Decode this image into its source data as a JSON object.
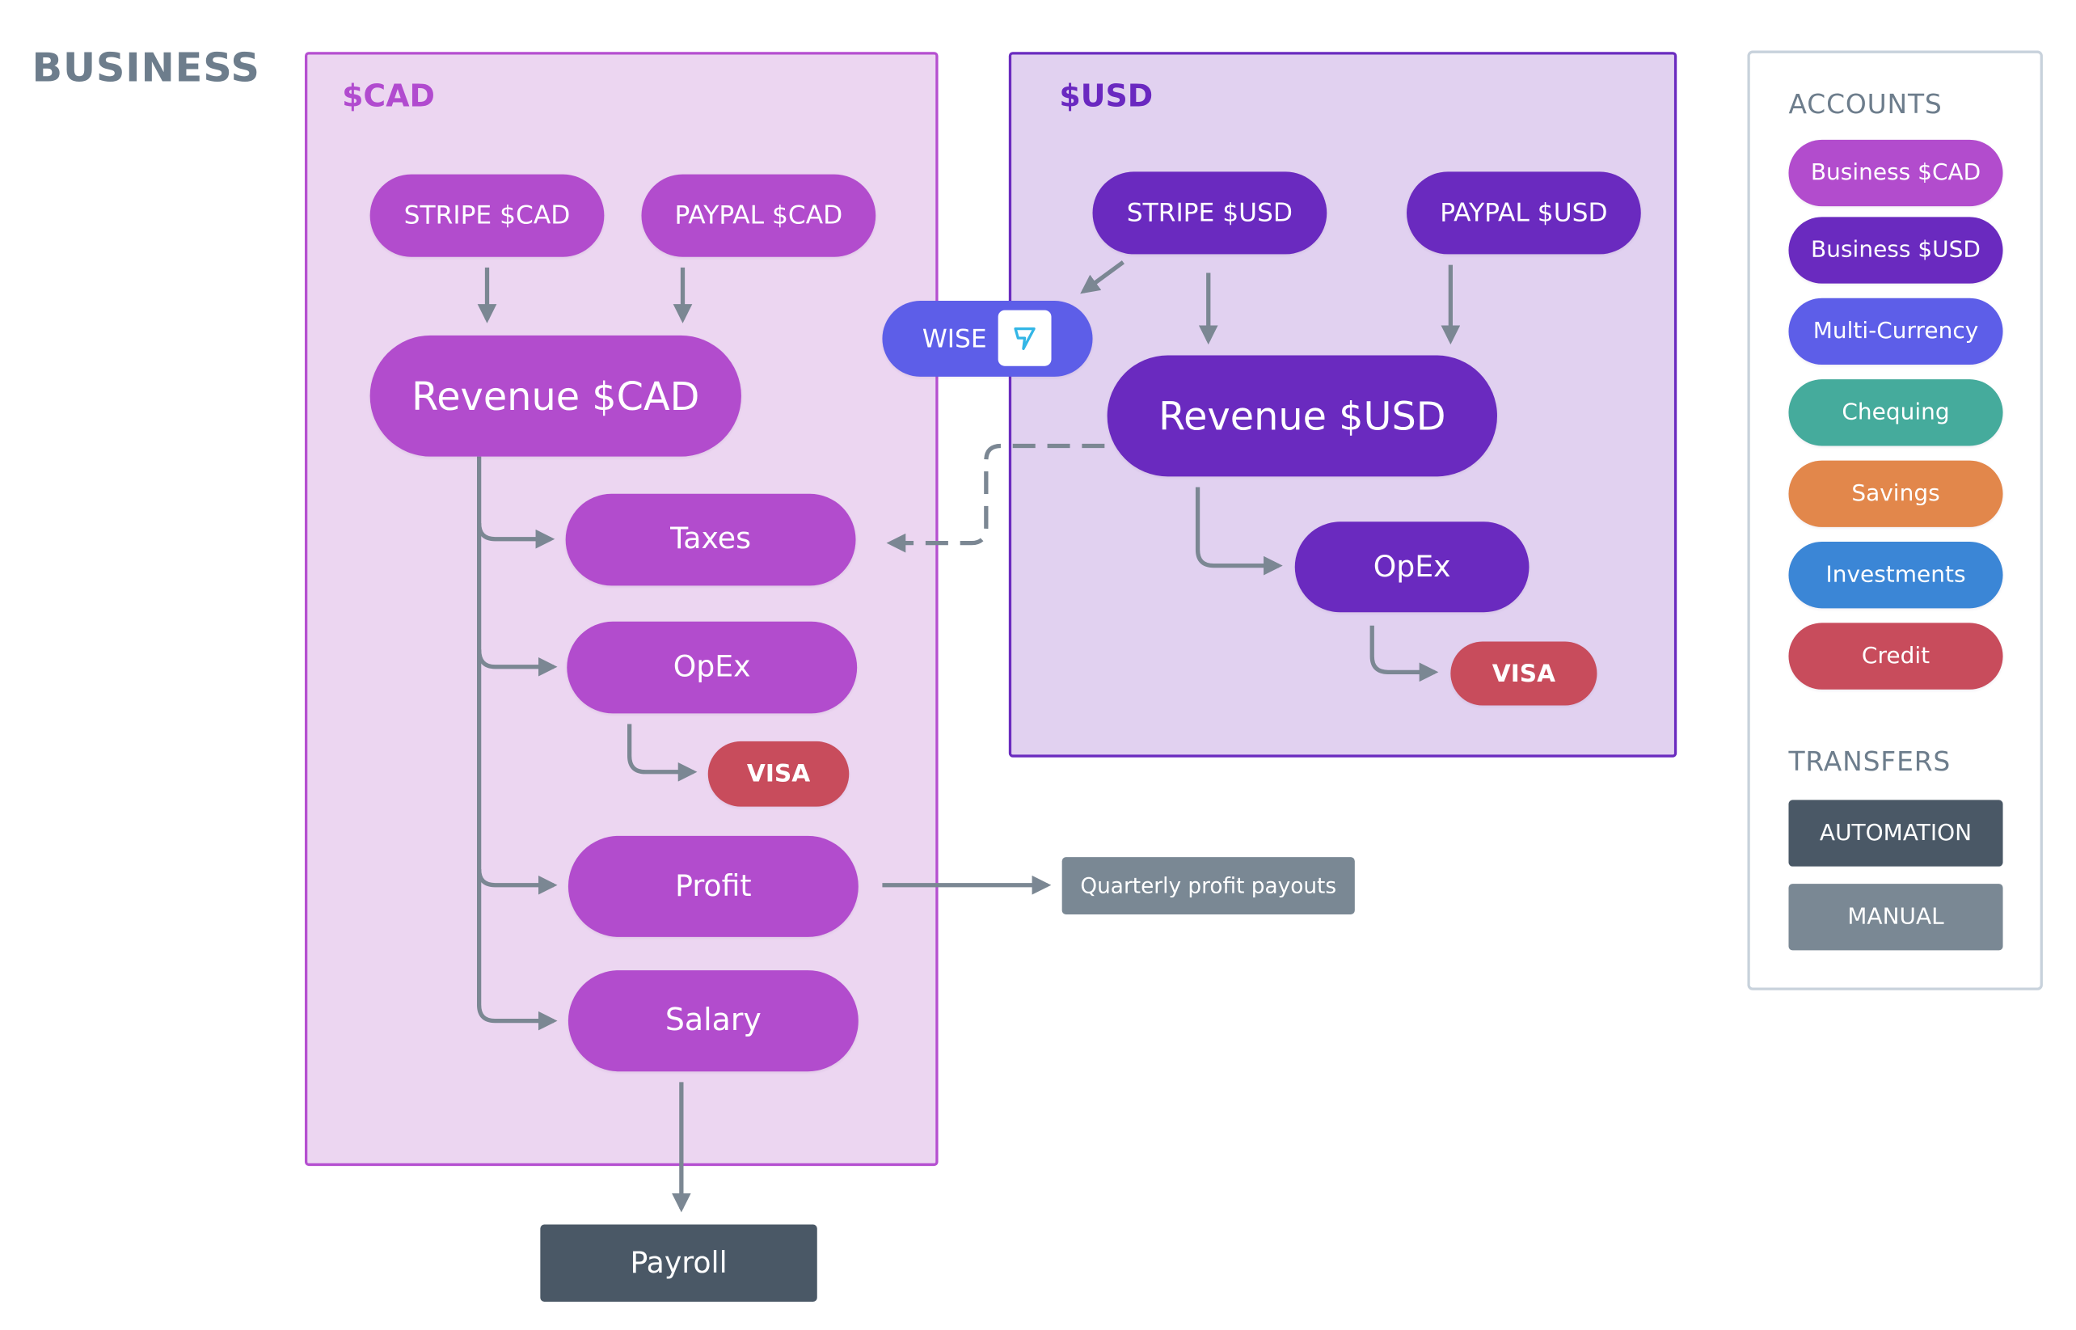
{
  "title": "BUSINESS",
  "groups": {
    "cad": "$CAD",
    "usd": "$USD"
  },
  "nodes": {
    "stripe_cad": "STRIPE $CAD",
    "paypal_cad": "PAYPAL $CAD",
    "revenue_cad": "Revenue $CAD",
    "taxes": "Taxes",
    "opex_cad": "OpEx",
    "visa_cad": "VISA",
    "profit": "Profit",
    "salary": "Salary",
    "payroll": "Payroll",
    "quarterly": "Quarterly profit payouts",
    "stripe_usd": "STRIPE $USD",
    "paypal_usd": "PAYPAL $USD",
    "revenue_usd": "Revenue $USD",
    "opex_usd": "OpEx",
    "visa_usd": "VISA",
    "wise": "WISE"
  },
  "legend": {
    "accounts_heading": "ACCOUNTS",
    "accounts": [
      {
        "label": "Business $CAD",
        "color": "#b24ccd"
      },
      {
        "label": "Business $USD",
        "color": "#6a2abf"
      },
      {
        "label": "Multi-Currency",
        "color": "#5d5ee8"
      },
      {
        "label": "Chequing",
        "color": "#45ab9c"
      },
      {
        "label": "Savings",
        "color": "#e2874b"
      },
      {
        "label": "Investments",
        "color": "#3b86d6"
      },
      {
        "label": "Credit",
        "color": "#c84c5c"
      }
    ],
    "transfers_heading": "TRANSFERS",
    "transfers": [
      {
        "label": "AUTOMATION",
        "color": "#4a5866"
      },
      {
        "label": "MANUAL",
        "color": "#7a8894"
      }
    ]
  },
  "colors": {
    "arrow": "#7b8793",
    "cad": "#b24ccd",
    "usd": "#6a2abf",
    "multi_currency": "#5d5ee8",
    "credit": "#c84c5c",
    "automation": "#4a5866",
    "manual": "#7a8894"
  }
}
